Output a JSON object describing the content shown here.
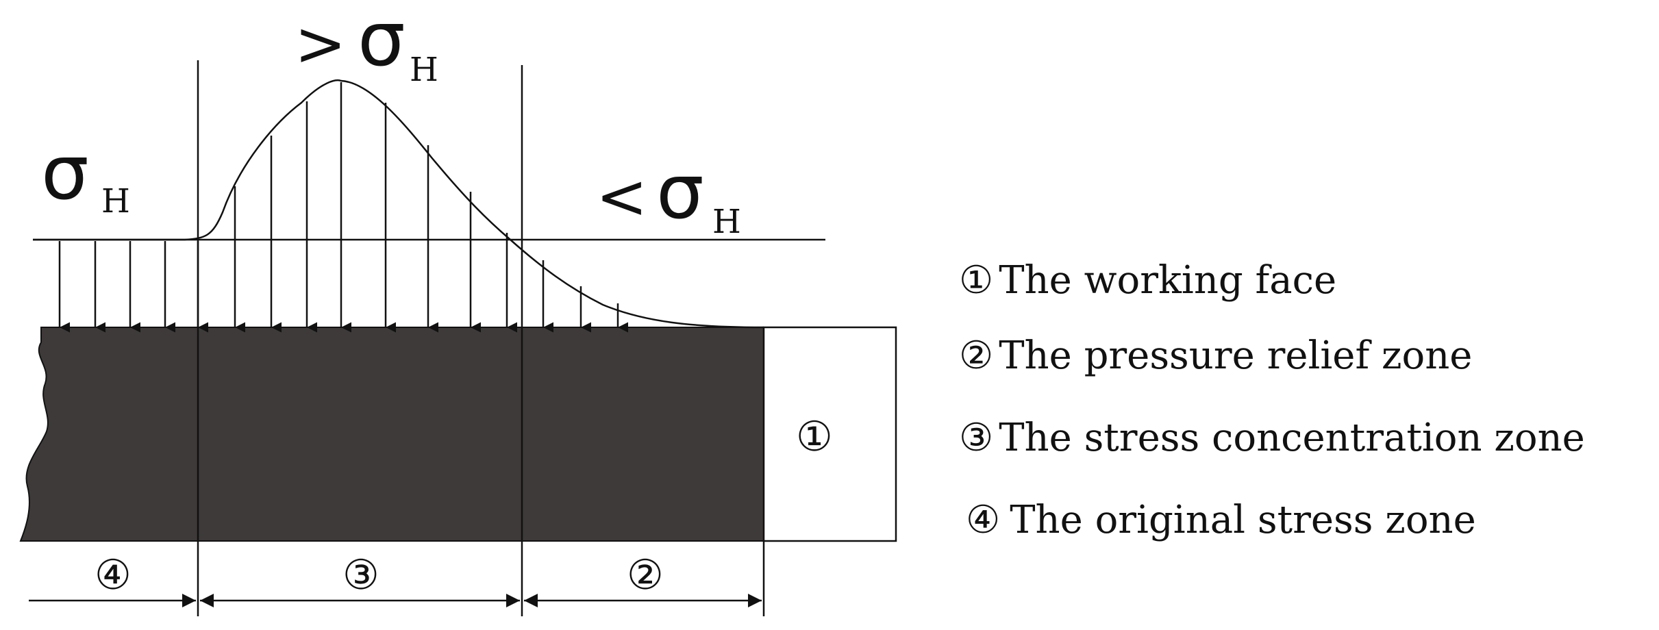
{
  "labels": {
    "sigma": "σ",
    "sub_h": "H",
    "greater": ">",
    "less": "<",
    "zone_4": "④",
    "zone_3": "③",
    "zone_2": "②",
    "face_marker": "①"
  },
  "legend": [
    {
      "num": "①",
      "text": "The working face"
    },
    {
      "num": "②",
      "text": "The pressure relief zone"
    },
    {
      "num": "③",
      "text": "The stress concentration zone"
    },
    {
      "num": "④",
      "text": "The original stress zone"
    }
  ],
  "colors": {
    "coal_body": "#3e3a39",
    "line": "#111111",
    "background": "#ffffff"
  }
}
